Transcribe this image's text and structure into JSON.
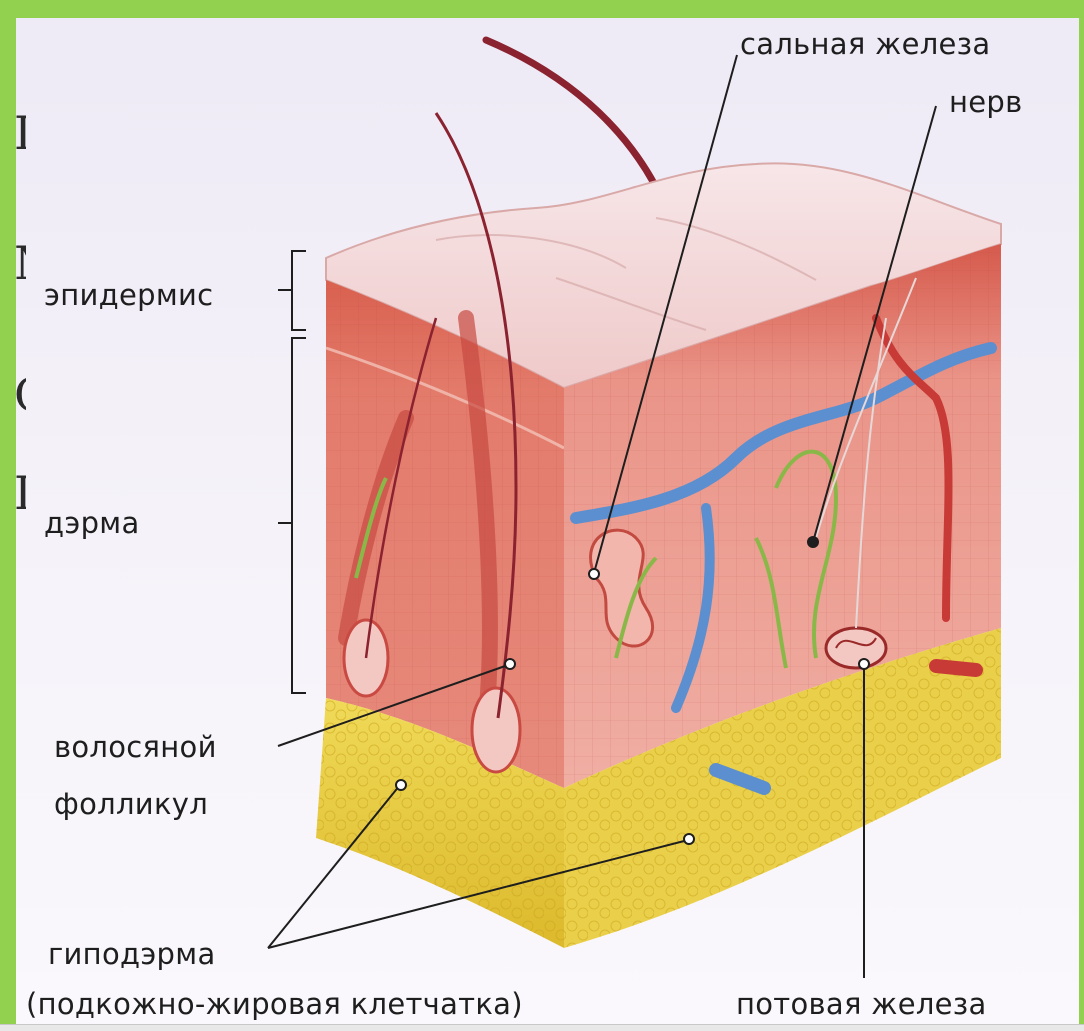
{
  "diagram": {
    "labels": {
      "sebaceous_gland": "сальная железа",
      "nerve": "нерв",
      "epidermis": "эпидермис",
      "dermis": "дэрма",
      "hair_follicle_line1": "волосяной",
      "hair_follicle_line2": "фолликул",
      "hypodermis_line1": "гиподэрма",
      "hypodermis_line2": "(подкожно-жировая клетчатка)",
      "sweat_gland": "потовая железа"
    },
    "colors": {
      "frame": "#92d050",
      "epidermis": "#d9604f",
      "dermis": "#ec9a8f",
      "hypodermis": "#e8cc3c",
      "vein": "#5b8fd0",
      "artery": "#c83a36",
      "nerve": "#8ab848"
    }
  }
}
